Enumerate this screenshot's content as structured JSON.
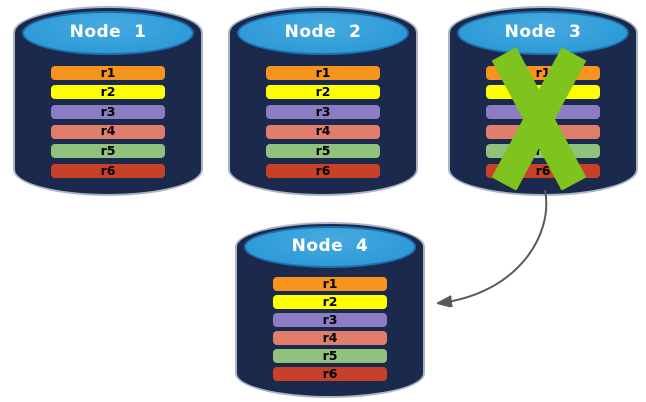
{
  "diagram_description": "Four database cylinder nodes holding replicas r1-r6; Node 3 is crossed out with a green X and a gray curved arrow points from failed Node 3 to Node 4",
  "nodes": [
    {
      "label": "Node  1",
      "failed": false
    },
    {
      "label": "Node  2",
      "failed": false
    },
    {
      "label": "Node  3",
      "failed": true
    },
    {
      "label": "Node  4",
      "failed": false
    }
  ],
  "replicas": [
    {
      "label": "r1",
      "color": "#F7941D"
    },
    {
      "label": "r2",
      "color": "#FFFF00"
    },
    {
      "label": "r3",
      "color": "#8B7CC4"
    },
    {
      "label": "r4",
      "color": "#E07E6B"
    },
    {
      "label": "r5",
      "color": "#90C17D"
    },
    {
      "label": "r6",
      "color": "#C74128"
    }
  ],
  "colors": {
    "cylinder_body": "#1B2A4C",
    "cylinder_top": "#2F9BD8",
    "cylinder_outline": "#AAB6C8",
    "failure_x": "#7FC31F",
    "arrow": "#595959",
    "node_label_text": "#FFFFFF",
    "replica_label_text": "#000000"
  },
  "icons": {
    "failure": "x-mark",
    "failover": "curved-arrow"
  }
}
